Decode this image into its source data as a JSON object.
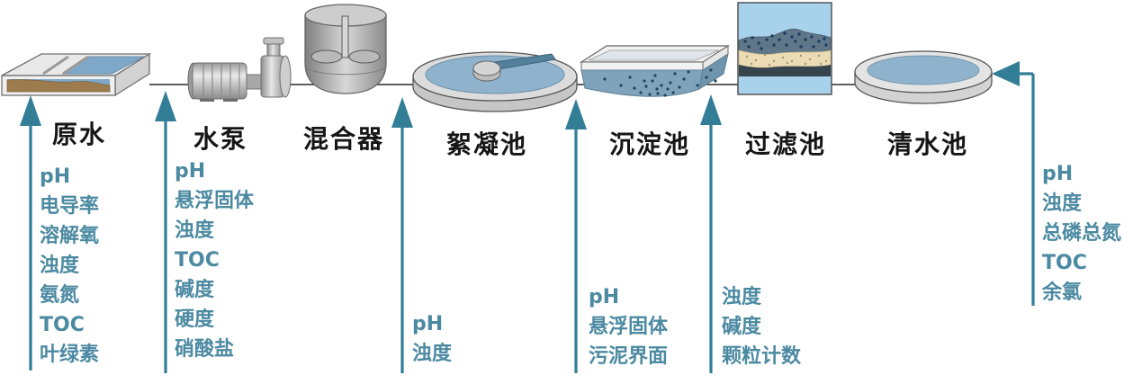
{
  "stages": [
    {
      "id": "raw-water",
      "icon": "raw-water-basin-illustration",
      "label": "原水",
      "params": [
        "pH",
        "电导率",
        "溶解氧",
        "浊度",
        "氨氮",
        "TOC",
        "叶绿素"
      ]
    },
    {
      "id": "water-pump",
      "icon": "water-pump-illustration",
      "label": "水泵",
      "params": [
        "pH",
        "悬浮固体",
        "浊度",
        "TOC",
        "碱度",
        "硬度",
        "硝酸盐"
      ]
    },
    {
      "id": "mixer",
      "icon": "mixer-vessel-illustration",
      "label": "混合器",
      "params": []
    },
    {
      "id": "flocculation-tank",
      "icon": "flocculation-tank-illustration",
      "label": "絮凝池",
      "params": [
        "pH",
        "浊度"
      ]
    },
    {
      "id": "sedimentation-tank",
      "icon": "sedimentation-tank-illustration",
      "label": "沉淀池",
      "params": [
        "pH",
        "悬浮固体",
        "污泥界面"
      ]
    },
    {
      "id": "filter-tank",
      "icon": "filter-bed-illustration",
      "label": "过滤池",
      "params": [
        "浊度",
        "碱度",
        "颗粒计数"
      ]
    },
    {
      "id": "clear-water-tank",
      "icon": "clear-water-tank-illustration",
      "label": "清水池",
      "params": [
        "pH",
        "浊度",
        "总磷总氮",
        "TOC",
        "余氯"
      ]
    }
  ],
  "colors": {
    "measurement_accent": "#337e97",
    "parameter_text": "#4c8aa2",
    "stage_label_text": "#161616",
    "process_line": "#2a2a2a",
    "water_blue": "#8fb3cc",
    "filter_body_blue": "#a8d2ec",
    "filter_media_dark_layer": "#5f7789",
    "filter_sand_layer": "#ecdcb4",
    "filter_support_layer": "#36444d",
    "sediment_tan": "#9c7c4f",
    "equipment_gray": "#d9d9d9"
  }
}
